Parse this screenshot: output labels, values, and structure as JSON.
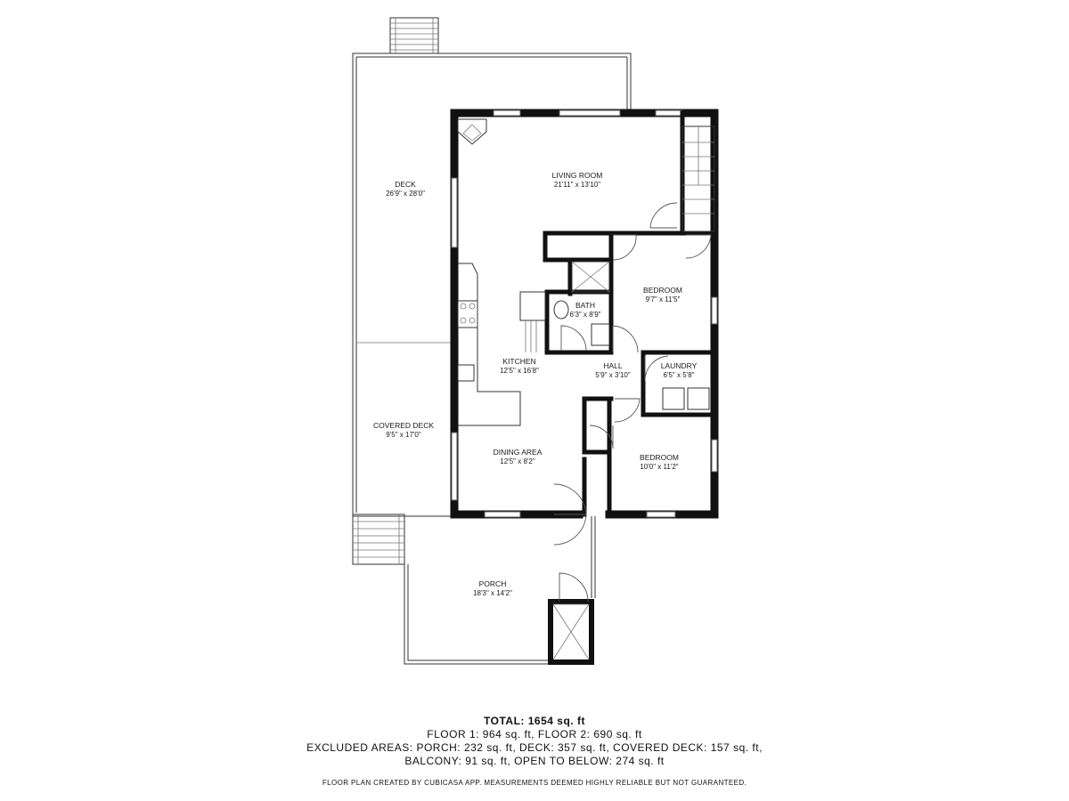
{
  "rooms": {
    "deck": {
      "name": "DECK",
      "dims": "26'9\" x 28'0\""
    },
    "living_room": {
      "name": "LIVING ROOM",
      "dims": "21'11\" x 13'10\""
    },
    "bedroom_1": {
      "name": "BEDROOM",
      "dims": "9'7\" x 11'5\""
    },
    "bath": {
      "name": "BATH",
      "dims": "6'3\" x 8'9\""
    },
    "kitchen": {
      "name": "KITCHEN",
      "dims": "12'5\" x 16'8\""
    },
    "hall": {
      "name": "HALL",
      "dims": "5'9\" x 3'10\""
    },
    "laundry": {
      "name": "LAUNDRY",
      "dims": "6'5\" x 5'8\""
    },
    "covered_deck": {
      "name": "COVERED DECK",
      "dims": "9'5\" x 17'0\""
    },
    "dining_area": {
      "name": "DINING AREA",
      "dims": "12'5\" x 8'2\""
    },
    "bedroom_2": {
      "name": "BEDROOM",
      "dims": "10'0\" x 11'2\""
    },
    "porch": {
      "name": "PORCH",
      "dims": "18'3\" x 14'2\""
    }
  },
  "summary": {
    "total": "TOTAL: 1654 sq. ft",
    "floors": "FLOOR 1: 964 sq. ft, FLOOR 2: 690 sq. ft",
    "excluded_1": "EXCLUDED AREAS: PORCH: 232 sq. ft, DECK: 357 sq. ft, COVERED DECK: 157 sq. ft,",
    "excluded_2": "BALCONY: 91 sq. ft, OPEN TO BELOW: 274 sq. ft",
    "disclaimer": "FLOOR PLAN CREATED BY CUBICASA APP. MEASUREMENTS DEEMED HIGHLY RELIABLE BUT NOT GUARANTEED."
  }
}
